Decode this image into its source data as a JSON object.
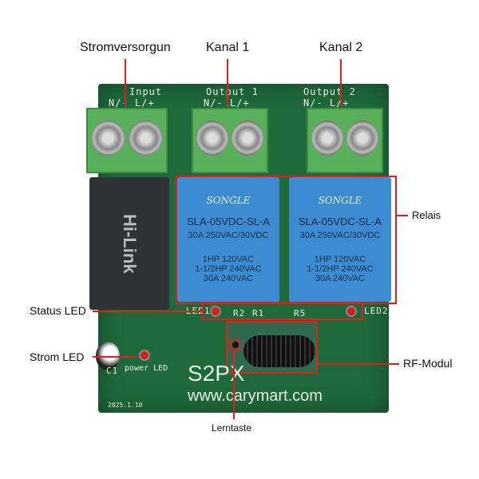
{
  "callouts": {
    "power": "Stromversorgun",
    "channel1": "Kanal 1",
    "channel2": "Kanal 2",
    "relays": "Relais",
    "status_led": "Status LED",
    "power_led": "Strom LED",
    "rf_module": "RF-Modul",
    "learn_button": "Lerntaste"
  },
  "board": {
    "input_label": "Input",
    "input_pins": "N/- L/+",
    "output1_label": "Output 1",
    "output1_pins": "N/- L/+",
    "output2_label": "Output 2",
    "output2_pins": "N/- L/+",
    "psu_brand": "Hi-Link",
    "relay_brand": "SONGLE",
    "relay_model": "SLA-05VDC-SL-A",
    "relay_rating": "30A 250VAC/30VDC",
    "relay_hp1": "1HP 120VAC",
    "relay_hp2": "1-1/2HP 240VAC",
    "relay_amp": "30A 240VAC",
    "led1": "LED1",
    "led2": "LED2",
    "r2": "R2",
    "r1": "R1",
    "r5": "R5",
    "c1": "C1",
    "power_led": "power LED",
    "model": "S2PX",
    "url": "www.carymart.com",
    "date": "2025.1.10"
  },
  "colors": {
    "annotation": "#e0201c",
    "pcb": "#1f6a3a",
    "relay": "#3d8bd0"
  }
}
